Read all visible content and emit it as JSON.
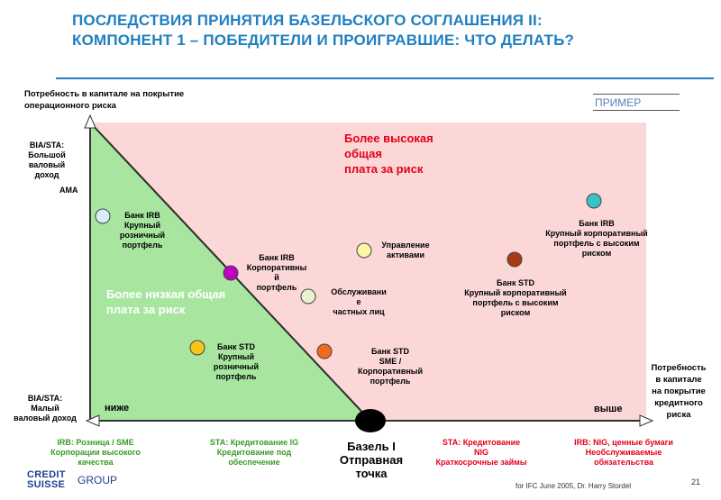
{
  "title": {
    "line1": "ПОСЛЕДСТВИЯ ПРИНЯТИЯ БАЗЕЛЬСКОГО СОГЛАШЕНИЯ II:",
    "line2": "КОМПОНЕНТ 1 – ПОБЕДИТЕЛИ И ПРОИГРАВШИЕ: ЧТО ДЕЛАТЬ?"
  },
  "example_label": "ПРИМЕР",
  "axes": {
    "y_title_1": "Потребность в капитале на покрытие",
    "y_title_2": "операционного риска",
    "y_top_1": "BIA/STA:",
    "y_top_2": "Большой",
    "y_top_3": "валовый",
    "y_top_4": "доход",
    "ama": "AMA",
    "y_bottom_1": "BIA/STA:",
    "y_bottom_2": "Малый",
    "y_bottom_3": "валовый доход",
    "x_title_1": "Потребность",
    "x_title_2": "в капитале",
    "x_title_3": "на покрытие",
    "x_title_4": "кредитного",
    "x_title_5": "риска",
    "lower": "ниже",
    "higher": "выше"
  },
  "regions": {
    "high_1": "Более высокая",
    "high_2": "общая",
    "high_3": "плата за риск",
    "low_1": "Более низкая общая",
    "low_2": "плата за риск"
  },
  "origin": {
    "line1": "Базель I",
    "line2": "Отправная",
    "line3": "точка"
  },
  "banks": [
    {
      "l1": "Банк IRB",
      "l2": "Крупный",
      "l3": "розничный",
      "l4": "портфель",
      "color": "#d7eef8"
    },
    {
      "l1": "Банк IRB",
      "l2": "Корпоративны",
      "l3": "й",
      "l4": "портфель",
      "color": "#c000c0"
    },
    {
      "l1": "Банк STD",
      "l2": "Крупный",
      "l3": "розничный",
      "l4": "портфель",
      "color": "#f5c518"
    },
    {
      "l1": "Управление",
      "l2": "активами",
      "color": "#fbf5a8"
    },
    {
      "l1": "Обслуживани",
      "l2": "е",
      "l3": "частных лиц",
      "color": "#e6f4cf"
    },
    {
      "l1": "Банк STD",
      "l2": "SME /",
      "l3": "Корпоративный",
      "l4": "портфель",
      "color": "#f06a1a"
    },
    {
      "l1": "Банк IRB",
      "l2": "Крупный корпоративный",
      "l3": "портфель с высоким",
      "l4": "риском",
      "color": "#39c3c3"
    },
    {
      "l1": "Банк STD",
      "l2": "Крупный корпоративный",
      "l3": "портфель с высоким",
      "l4": "риском",
      "color": "#a83a14"
    }
  ],
  "bottom": {
    "g1_1": "IRB: Розница / SME",
    "g1_2": "Корпорации высокого",
    "g1_3": "качества",
    "g2_1": "STA: Кредитование IG",
    "g2_2": "Кредитование под",
    "g2_3": "обеспечение",
    "r1_1": "STA: Кредитование",
    "r1_2": "NIG",
    "r1_3": "Краткосрочные займы",
    "r2_1": "IRB: NIG, ценные бумаги",
    "r2_2": "Необслуживаемые",
    "r2_3": "обязательства"
  },
  "logo": {
    "credit": "CREDIT",
    "suisse": "SUISSE",
    "group": "GROUP"
  },
  "footer": "for IFC June 2005,  Dr. Harry Stordel",
  "page_number": "21",
  "colors": {
    "title": "#1f7fc1",
    "high_region": "#fbd7d7",
    "low_region": "#a8e6a0",
    "accent_red": "#e2001a",
    "accent_green": "#3a9a2a"
  }
}
